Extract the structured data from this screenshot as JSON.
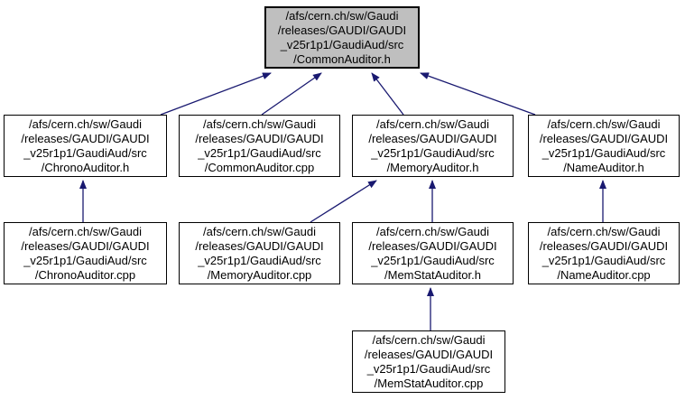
{
  "diagram": {
    "type": "include-dependency-graph",
    "colors": {
      "background": "#ffffff",
      "node_fill": "#ffffff",
      "focus_node_fill": "#bfbfbf",
      "node_border": "#000000",
      "arrow": "#191970",
      "text": "#000000"
    },
    "nodes": [
      {
        "id": "common-auditor-h",
        "focus": true,
        "lines": [
          "/afs/cern.ch/sw/Gaudi",
          "/releases/GAUDI/GAUDI",
          "_v25r1p1/GaudiAud/src",
          "/CommonAuditor.h"
        ]
      },
      {
        "id": "chrono-auditor-h",
        "focus": false,
        "lines": [
          "/afs/cern.ch/sw/Gaudi",
          "/releases/GAUDI/GAUDI",
          "_v25r1p1/GaudiAud/src",
          "/ChronoAuditor.h"
        ]
      },
      {
        "id": "common-auditor-cpp",
        "focus": false,
        "lines": [
          "/afs/cern.ch/sw/Gaudi",
          "/releases/GAUDI/GAUDI",
          "_v25r1p1/GaudiAud/src",
          "/CommonAuditor.cpp"
        ]
      },
      {
        "id": "memory-auditor-h",
        "focus": false,
        "lines": [
          "/afs/cern.ch/sw/Gaudi",
          "/releases/GAUDI/GAUDI",
          "_v25r1p1/GaudiAud/src",
          "/MemoryAuditor.h"
        ]
      },
      {
        "id": "name-auditor-h",
        "focus": false,
        "lines": [
          "/afs/cern.ch/sw/Gaudi",
          "/releases/GAUDI/GAUDI",
          "_v25r1p1/GaudiAud/src",
          "/NameAuditor.h"
        ]
      },
      {
        "id": "chrono-auditor-cpp",
        "focus": false,
        "lines": [
          "/afs/cern.ch/sw/Gaudi",
          "/releases/GAUDI/GAUDI",
          "_v25r1p1/GaudiAud/src",
          "/ChronoAuditor.cpp"
        ]
      },
      {
        "id": "memory-auditor-cpp",
        "focus": false,
        "lines": [
          "/afs/cern.ch/sw/Gaudi",
          "/releases/GAUDI/GAUDI",
          "_v25r1p1/GaudiAud/src",
          "/MemoryAuditor.cpp"
        ]
      },
      {
        "id": "memstat-auditor-h",
        "focus": false,
        "lines": [
          "/afs/cern.ch/sw/Gaudi",
          "/releases/GAUDI/GAUDI",
          "_v25r1p1/GaudiAud/src",
          "/MemStatAuditor.h"
        ]
      },
      {
        "id": "name-auditor-cpp",
        "focus": false,
        "lines": [
          "/afs/cern.ch/sw/Gaudi",
          "/releases/GAUDI/GAUDI",
          "_v25r1p1/GaudiAud/src",
          "/NameAuditor.cpp"
        ]
      },
      {
        "id": "memstat-auditor-cpp",
        "focus": false,
        "lines": [
          "/afs/cern.ch/sw/Gaudi",
          "/releases/GAUDI/GAUDI",
          "_v25r1p1/GaudiAud/src",
          "/MemStatAuditor.cpp"
        ]
      }
    ],
    "edges": [
      {
        "from": "chrono-auditor-h",
        "to": "common-auditor-h"
      },
      {
        "from": "common-auditor-cpp",
        "to": "common-auditor-h"
      },
      {
        "from": "memory-auditor-h",
        "to": "common-auditor-h"
      },
      {
        "from": "name-auditor-h",
        "to": "common-auditor-h"
      },
      {
        "from": "chrono-auditor-cpp",
        "to": "chrono-auditor-h"
      },
      {
        "from": "memory-auditor-cpp",
        "to": "memory-auditor-h"
      },
      {
        "from": "memstat-auditor-h",
        "to": "memory-auditor-h"
      },
      {
        "from": "name-auditor-cpp",
        "to": "name-auditor-h"
      },
      {
        "from": "memstat-auditor-cpp",
        "to": "memstat-auditor-h"
      }
    ]
  }
}
